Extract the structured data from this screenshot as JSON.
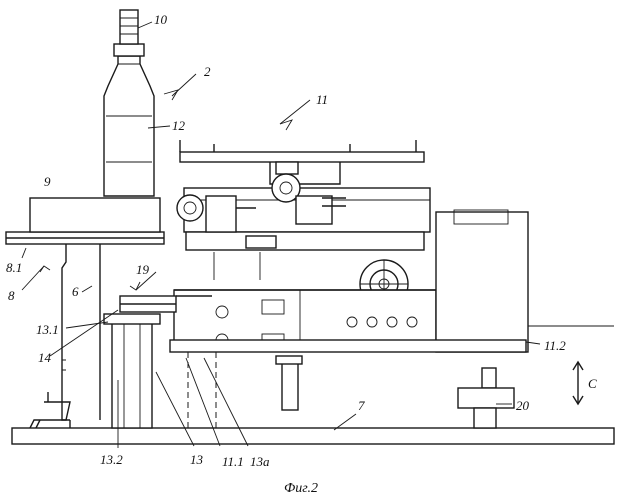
{
  "caption": "Фиг.2",
  "labels": {
    "l10": "10",
    "l2": "2",
    "l12": "12",
    "l11": "11",
    "l9": "9",
    "l81": "8.1",
    "l8": "8",
    "l6": "6",
    "l19": "19",
    "l131": "13.1",
    "l14": "14",
    "l132": "13.2",
    "l13": "13",
    "l111": "11.1",
    "l13a": "13a",
    "l7": "7",
    "l112": "11.2",
    "lC": "C",
    "l20": "20"
  },
  "colors": {
    "ink": "#1a1a1a",
    "paper": "#ffffff"
  }
}
